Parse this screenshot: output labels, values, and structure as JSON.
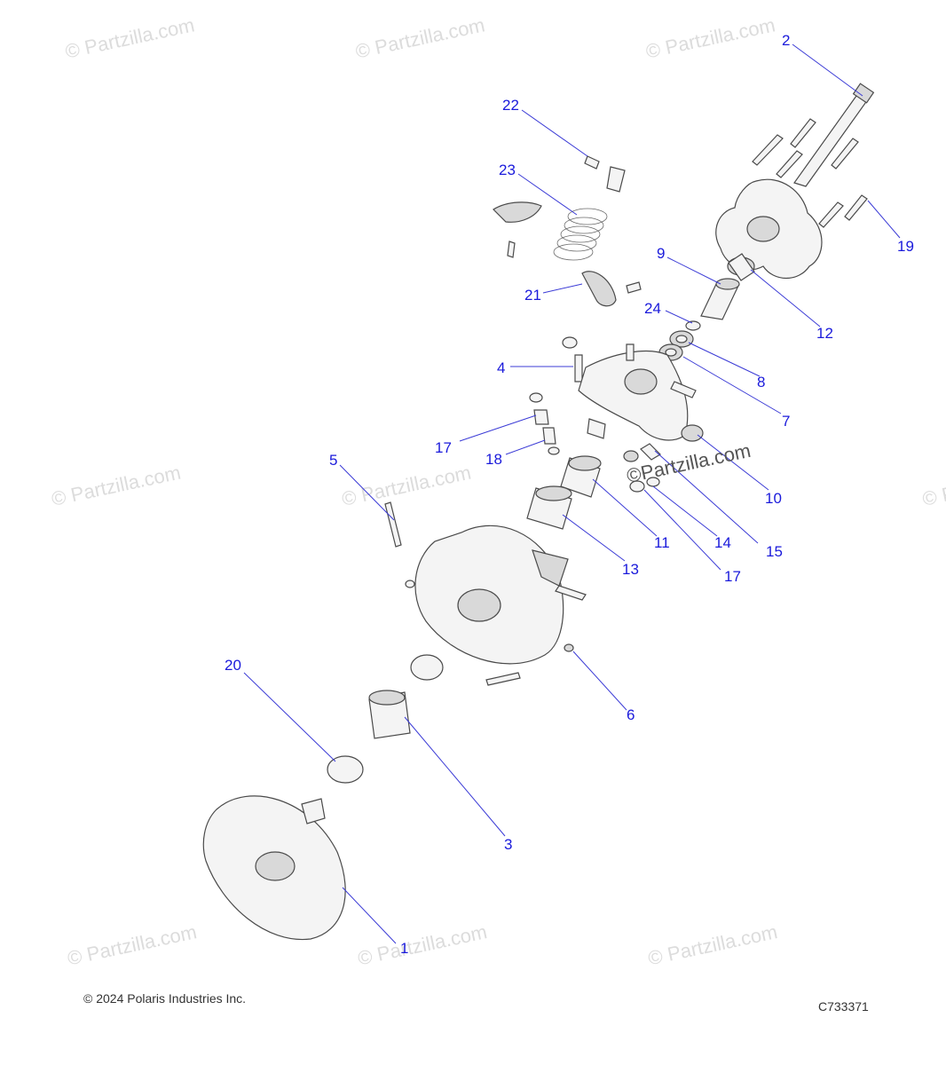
{
  "watermark": "© Partzilla.com",
  "inline_watermark": "©Partzilla.com",
  "callouts": [
    "1",
    "2",
    "3",
    "4",
    "5",
    "6",
    "7",
    "8",
    "9",
    "10",
    "11",
    "12",
    "13",
    "14",
    "15",
    "17",
    "17",
    "18",
    "19",
    "20",
    "21",
    "22",
    "23",
    "24"
  ],
  "footer": {
    "copyright": "© 2024 Polaris Industries Inc.",
    "code": "C733371"
  }
}
